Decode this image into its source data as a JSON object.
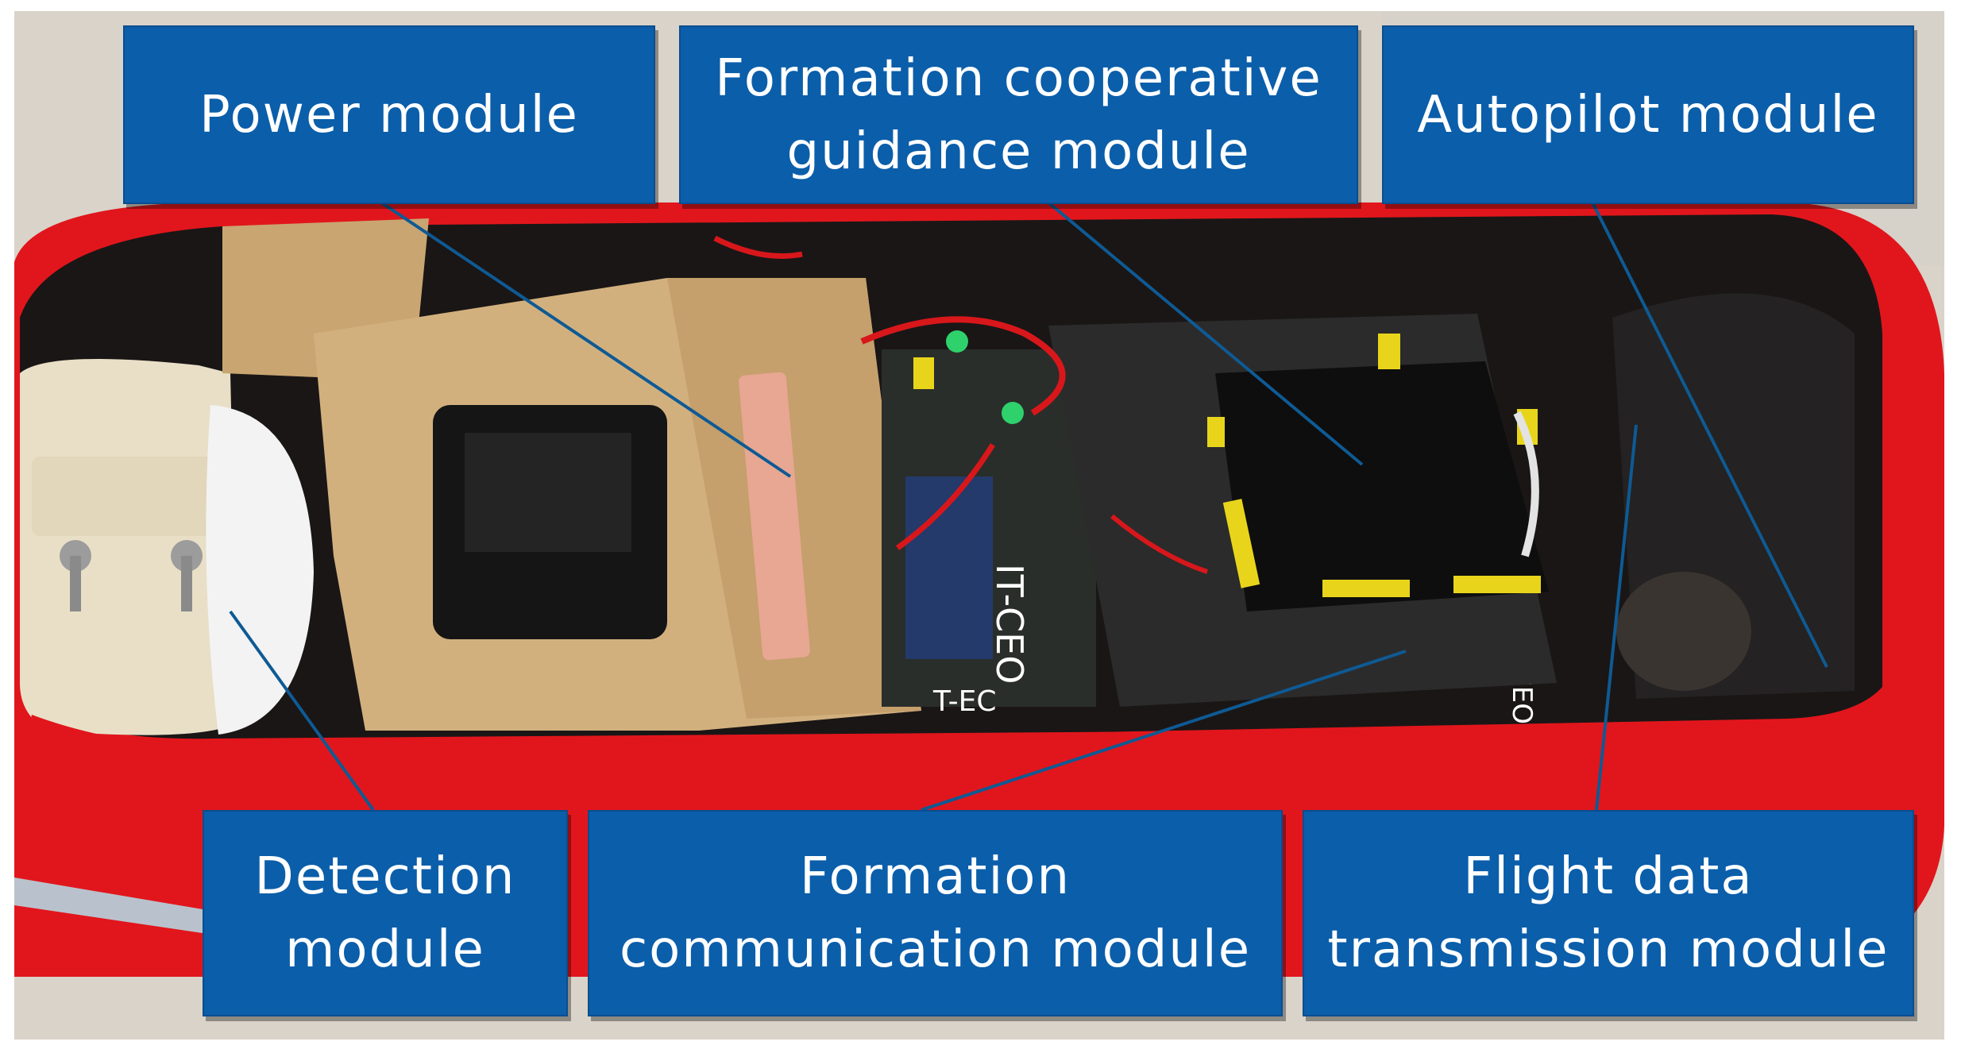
{
  "photo": {
    "description_icon": "uav-fuselage-photo",
    "colors": {
      "fuselage_red": "#e1161c",
      "callout_blue": "#0b5eaa",
      "leader_line": "#0e5a94"
    }
  },
  "callouts": {
    "power": "Power module",
    "guidance": "Formation cooperative\nguidance module",
    "autopilot": "Autopilot module",
    "detection": "Detection\nmodule",
    "communication": "Formation\ncommunication module",
    "flight_data": "Flight data\ntransmission module"
  },
  "board_labels": {
    "it_ceo_1": "IT-CEO",
    "it_ceo_2": "T-EC",
    "it_ceo_3": "CEO"
  }
}
